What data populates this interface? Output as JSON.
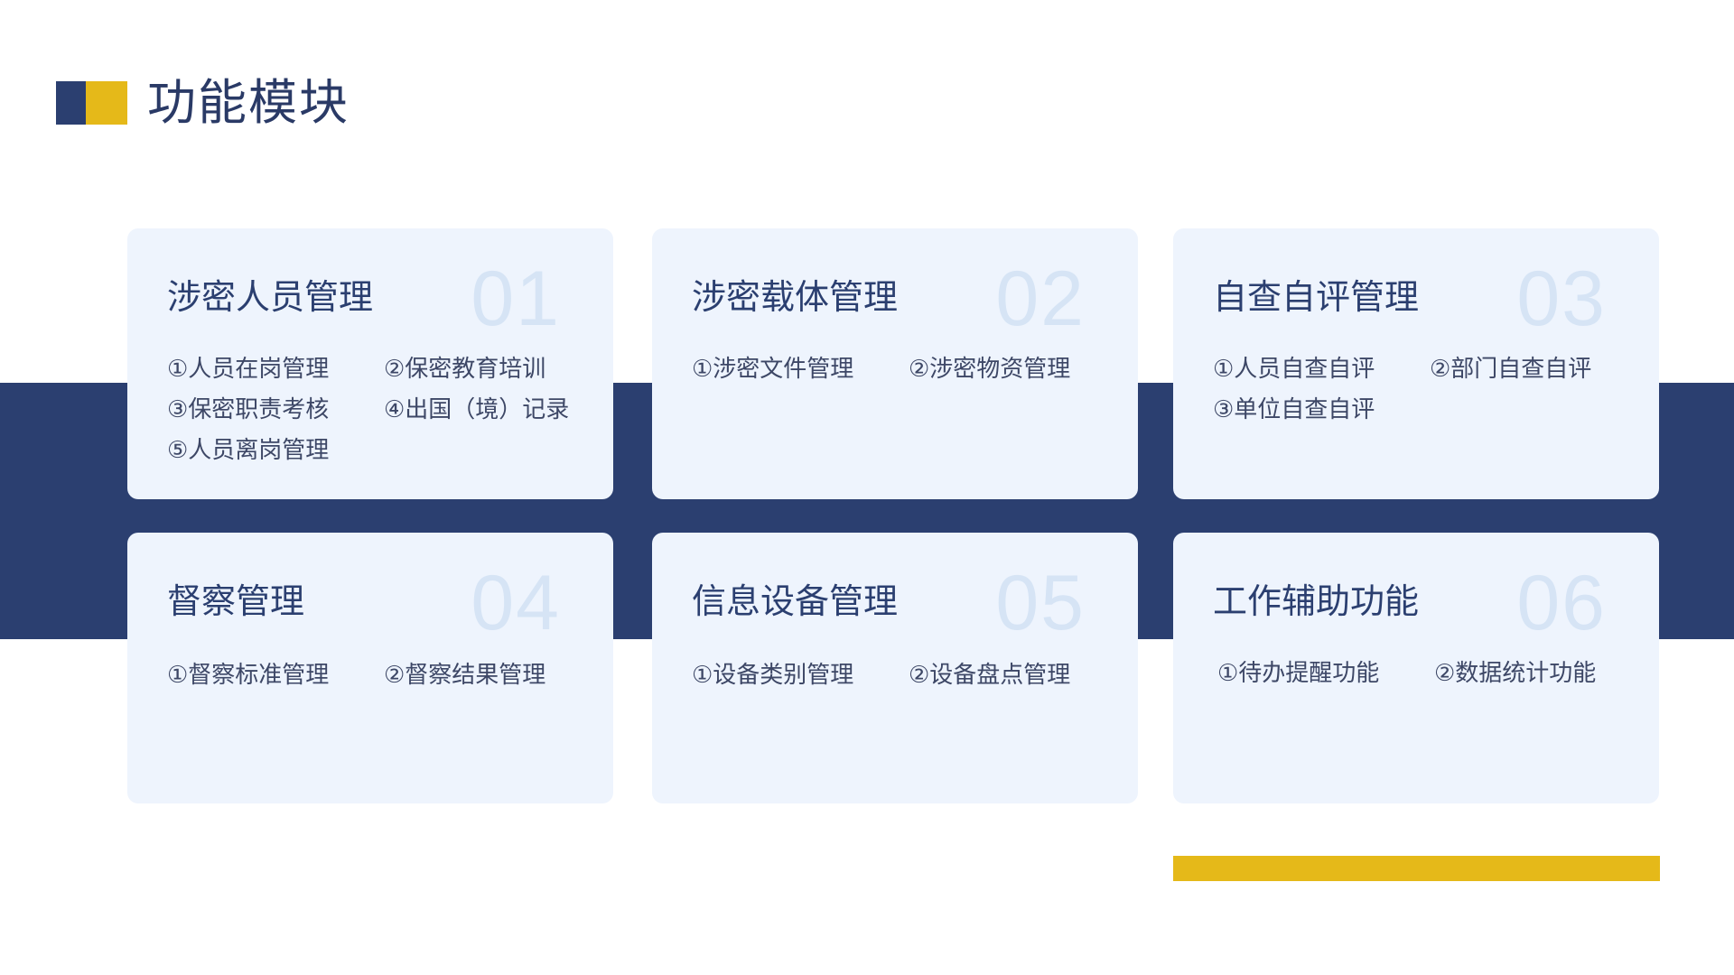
{
  "header": {
    "title": "功能模块"
  },
  "colors": {
    "navy": "#2b3f70",
    "gold": "#e5b919",
    "card_bg": "#eef4fd",
    "number": "#d6e4f5"
  },
  "cards": [
    {
      "title": "涉密人员管理",
      "number": "01",
      "items": [
        "①人员在岗管理",
        "②保密教育培训",
        "③保密职责考核",
        "④出国（境）记录",
        "⑤人员离岗管理"
      ]
    },
    {
      "title": "涉密载体管理",
      "number": "02",
      "items": [
        "①涉密文件管理",
        "②涉密物资管理"
      ]
    },
    {
      "title": "自查自评管理",
      "number": "03",
      "items": [
        "①人员自查自评",
        "②部门自查自评",
        "③单位自查自评"
      ]
    },
    {
      "title": "督察管理",
      "number": "04",
      "items": [
        "①督察标准管理",
        "②督察结果管理"
      ]
    },
    {
      "title": "信息设备管理",
      "number": "05",
      "items": [
        "①设备类别管理",
        "②设备盘点管理"
      ]
    },
    {
      "title": "工作辅助功能",
      "number": "06",
      "items": [
        "①待办提醒功能",
        "②数据统计功能"
      ]
    }
  ]
}
